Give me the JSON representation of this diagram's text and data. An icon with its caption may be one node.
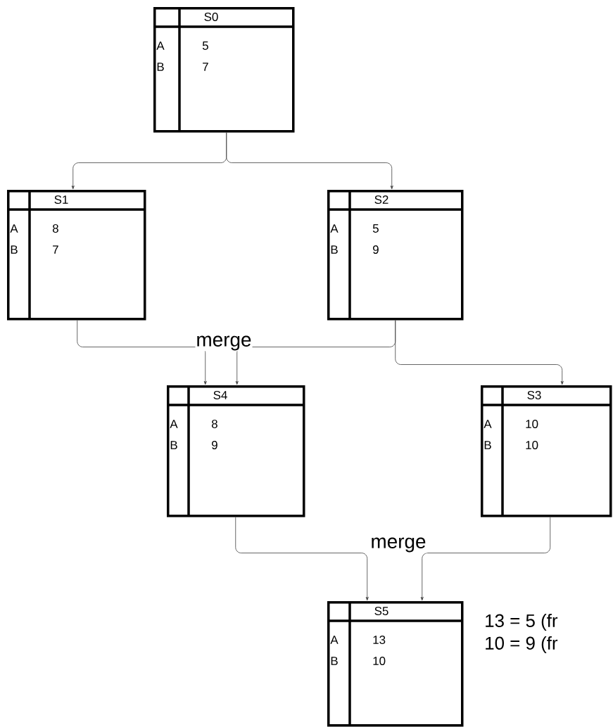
{
  "diagram": {
    "nodes": [
      {
        "text": [
          "S0",
          "A",
          "5",
          "B",
          "7"
        ]
      },
      {
        "text": [
          "S1",
          "A",
          "8",
          "B",
          "7"
        ]
      },
      {
        "text": [
          "S2",
          "A",
          "5",
          "B",
          "9"
        ]
      },
      {
        "text": [
          "S4",
          "A",
          "8",
          "B",
          "9"
        ]
      },
      {
        "text": [
          "S3",
          "A",
          "10",
          "B",
          "10"
        ]
      },
      {
        "text": [
          "S5",
          "A",
          "13",
          "B",
          "10"
        ],
        "beside": [
          "13 = 5 (fr",
          "10 = 9 (fr"
        ]
      }
    ],
    "edges": [
      {
        "from": 0,
        "to": 1,
        "arrow": "to"
      },
      {
        "from": 0,
        "to": 2,
        "arrow": "to"
      },
      {
        "from": 1,
        "to": 3,
        "arrow": "to",
        "label": "merge"
      },
      {
        "from": 2,
        "to": 3,
        "arrow": "to"
      },
      {
        "from": 2,
        "to": 4,
        "arrow": "to"
      },
      {
        "from": 3,
        "to": 5,
        "arrow": "to",
        "label": "merge"
      },
      {
        "from": 4,
        "to": 5,
        "arrow": "to"
      }
    ]
  }
}
